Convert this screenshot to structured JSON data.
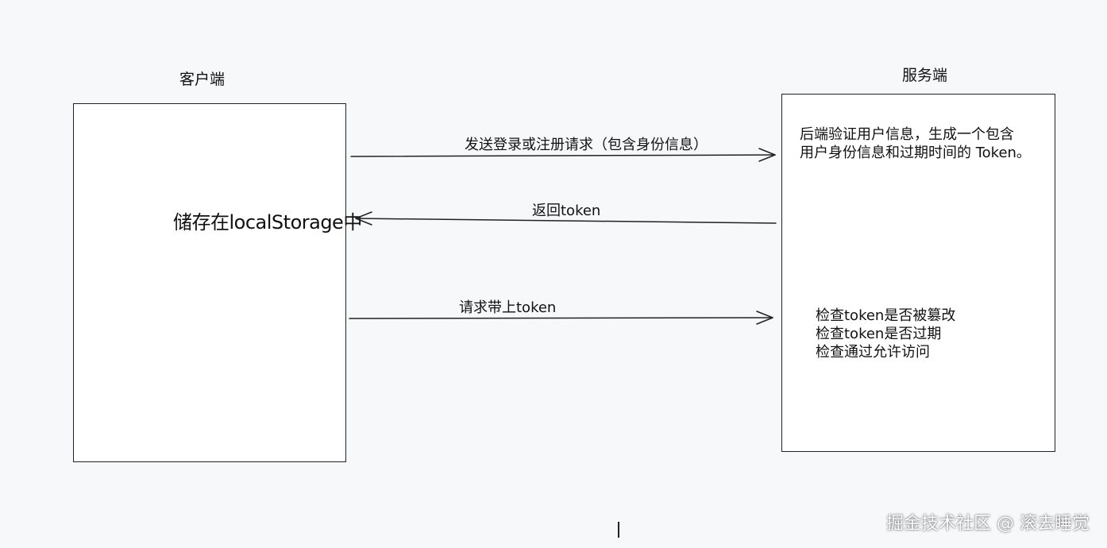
{
  "client": {
    "title": "客户端",
    "storage_note": "储存在localStorage中"
  },
  "server": {
    "title": "服务端",
    "description_lines": [
      "后端验证用户信息，生成一个包含",
      "用户身份信息和过期时间的 Token。"
    ],
    "checks": [
      "检查token是否被篡改",
      "检查token是否过期",
      "检查通过允许访问"
    ]
  },
  "arrows": [
    {
      "label": "发送登录或注册请求（包含身份信息）",
      "direction": "client-to-server"
    },
    {
      "label": "返回token",
      "direction": "server-to-client"
    },
    {
      "label": "请求带上token",
      "direction": "client-to-server"
    }
  ],
  "watermark": "掘金技术社区 @ 滚去睡觉",
  "colors": {
    "background": "#f7f8fa",
    "box_fill": "#ffffff",
    "stroke": "#222222",
    "text": "#111111"
  }
}
